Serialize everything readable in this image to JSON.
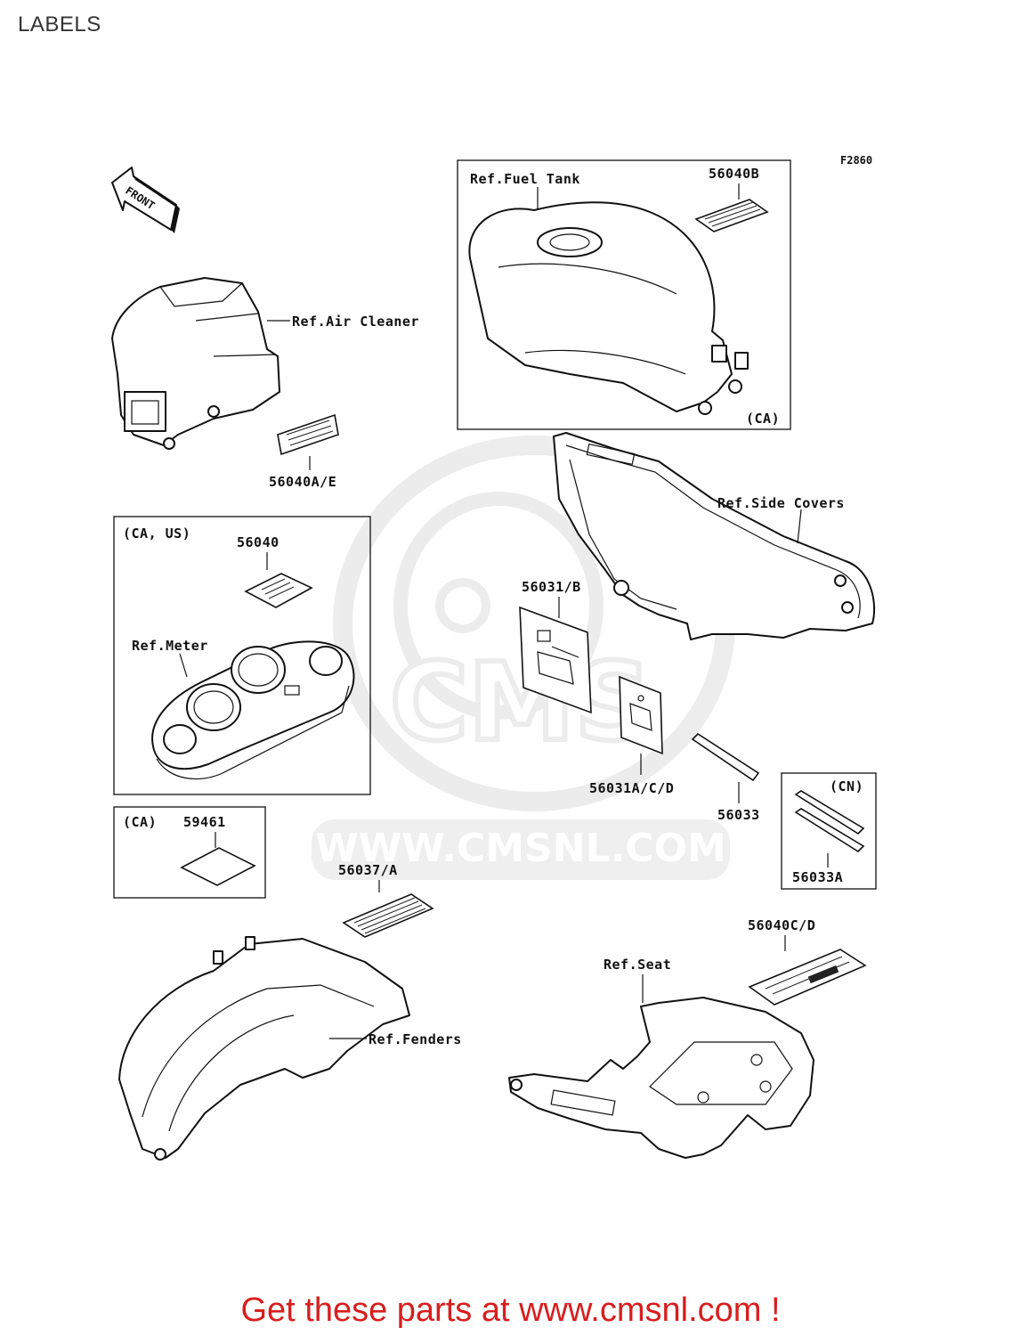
{
  "page_title": "LABELS",
  "figure_code": "F2860",
  "front_arrow": "FRONT",
  "watermark": {
    "url": "WWW.CMSNL.COM",
    "logo": "CMS"
  },
  "region_tags": {
    "fuel_tank_box": "(CA)",
    "meter_box": "(CA, US)",
    "label_59461_box": "(CA)",
    "label_56033a_box": "(CN)"
  },
  "references": {
    "fuel_tank": "Ref.Fuel Tank",
    "air_cleaner": "Ref.Air Cleaner",
    "side_covers": "Ref.Side Covers",
    "meter": "Ref.Meter",
    "fenders": "Ref.Fenders",
    "seat": "Ref.Seat"
  },
  "part_numbers": {
    "p56040B": "56040B",
    "p56040AE": "56040A/E",
    "p56040": "56040",
    "p56031B": "56031/B",
    "p56031ACD": "56031A/C/D",
    "p56033": "56033",
    "p56033A": "56033A",
    "p59461": "59461",
    "p56037A": "56037/A",
    "p56040CD": "56040C/D"
  },
  "footer": "Get these parts at www.cmsnl.com !"
}
